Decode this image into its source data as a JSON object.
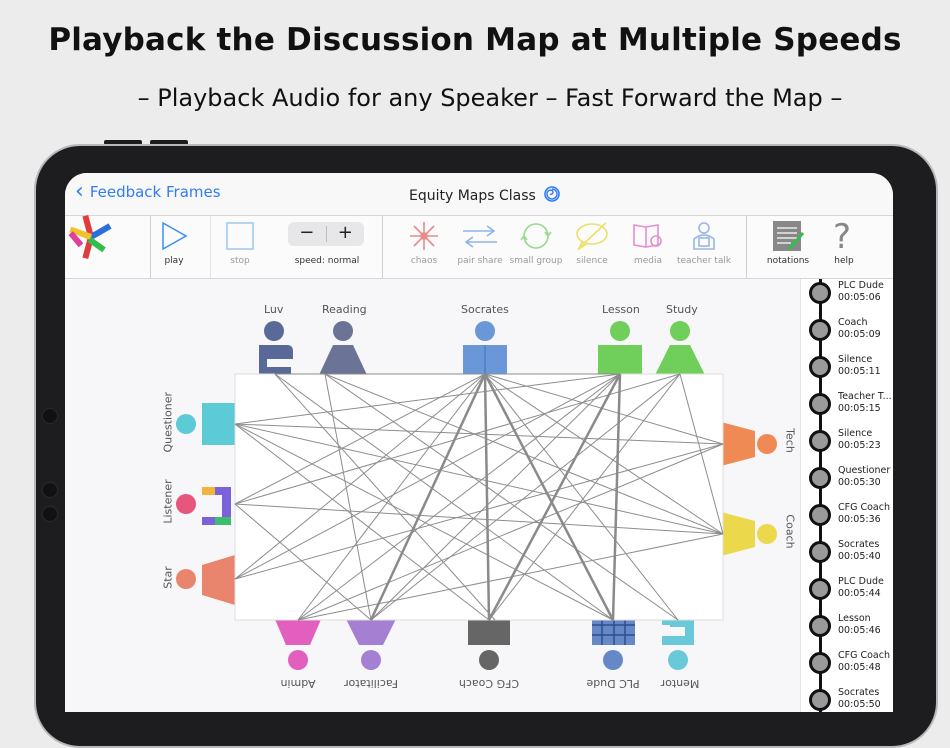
{
  "promo": {
    "headline": "Playback the Discussion Map at Multiple Speeds",
    "subline": "–  Playback Audio for any Speaker – Fast Forward the Map –"
  },
  "nav": {
    "back_label": "Feedback Frames",
    "title": "Equity Maps Class"
  },
  "toolbar": {
    "play": "play",
    "stop": "stop",
    "speed_label": "speed: normal",
    "minus": "−",
    "plus": "+",
    "tools": [
      "chaos",
      "pair share",
      "small group",
      "silence",
      "media",
      "teacher talk"
    ],
    "notations": "notations",
    "help": "help"
  },
  "participants": {
    "top": [
      "Luv",
      "Reading",
      "Socrates",
      "Lesson",
      "Study"
    ],
    "left": [
      "Questioner",
      "Listener",
      "Star"
    ],
    "right": [
      "Tech",
      "Coach"
    ],
    "bottom": [
      "Admin",
      "Facilitator",
      "CFG Coach",
      "PLC Dude",
      "Mentor"
    ]
  },
  "timeline": [
    {
      "name": "PLC Dude",
      "time": "00:05:06"
    },
    {
      "name": "Coach",
      "time": "00:05:09"
    },
    {
      "name": "Silence",
      "time": "00:05:11"
    },
    {
      "name": "Teacher T...",
      "time": "00:05:15"
    },
    {
      "name": "Silence",
      "time": "00:05:23"
    },
    {
      "name": "Questioner",
      "time": "00:05:30"
    },
    {
      "name": "CFG Coach",
      "time": "00:05:36"
    },
    {
      "name": "Socrates",
      "time": "00:05:40"
    },
    {
      "name": "PLC Dude",
      "time": "00:05:44"
    },
    {
      "name": "Lesson",
      "time": "00:05:46"
    },
    {
      "name": "CFG Coach",
      "time": "00:05:48"
    },
    {
      "name": "Socrates",
      "time": "00:05:50"
    }
  ],
  "colors": {
    "accent": "#2f7cf6",
    "luv": "#5a6a98",
    "reading": "#6b7397",
    "socrates": "#6a97d8",
    "green": "#6fcf5a",
    "cyan": "#5ccbd6",
    "orange": "#ef8a55",
    "yellow": "#ecd94b",
    "pink": "#e25fbf",
    "purple": "#a57fd2",
    "gray": "#666666",
    "plaid": "#6688c6",
    "mentor": "#6ac9d8",
    "star": "#e9856c"
  },
  "icons": {
    "logo": "pinwheel-logo-icon",
    "play": "play-icon",
    "stop": "stop-icon",
    "chaos": "chaos-arrows-icon",
    "pair_share": "pair-share-icon",
    "small_group": "small-group-icon",
    "silence": "silence-icon",
    "media": "media-icon",
    "teacher_talk": "teacher-talk-icon",
    "notations": "notations-icon",
    "help": "help-icon",
    "nav_title": "spiral-icon"
  }
}
